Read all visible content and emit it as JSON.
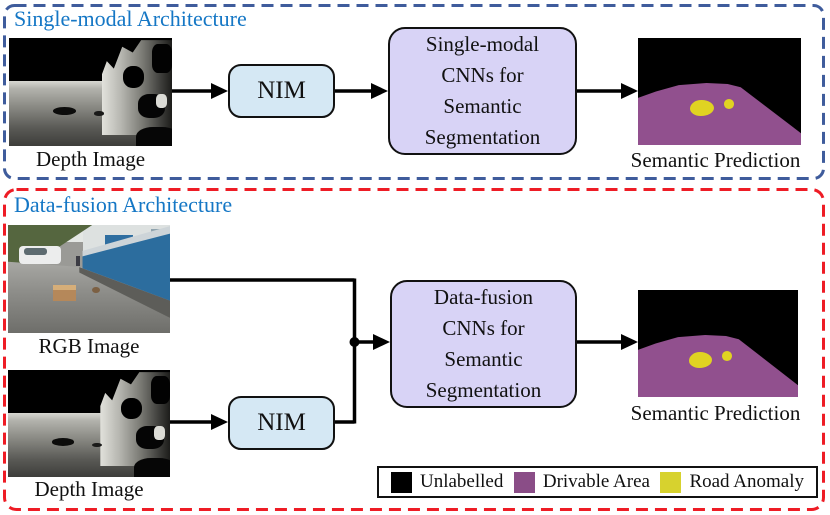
{
  "single_modal": {
    "title": "Single-modal Architecture",
    "depth_label": "Depth Image",
    "nim_label": "NIM",
    "cnn_box": [
      "Single-modal",
      "CNNs for",
      "Semantic",
      "Segmentation"
    ],
    "prediction_label": "Semantic Prediction"
  },
  "data_fusion": {
    "title": "Data-fusion Architecture",
    "rgb_label": "RGB Image",
    "depth_label": "Depth Image",
    "nim_label": "NIM",
    "cnn_box": [
      "Data-fusion",
      "CNNs for",
      "Semantic",
      "Segmentation"
    ],
    "prediction_label": "Semantic Prediction"
  },
  "legend": {
    "items": [
      {
        "label": "Unlabelled",
        "color": "#000000"
      },
      {
        "label": "Drivable Area",
        "color": "#8a4d87"
      },
      {
        "label": "Road Anomaly",
        "color": "#d7d22e"
      }
    ]
  },
  "colors": {
    "single_panel_border": "#3f5c9c",
    "fusion_panel_border": "#ee1c25",
    "title_text": "#1577c5",
    "nim_fill": "#d5e8f4",
    "cnn_fill": "#d8d3f6",
    "wire": "#000000",
    "drivable": "#91508e",
    "anomaly": "#e0d322"
  }
}
